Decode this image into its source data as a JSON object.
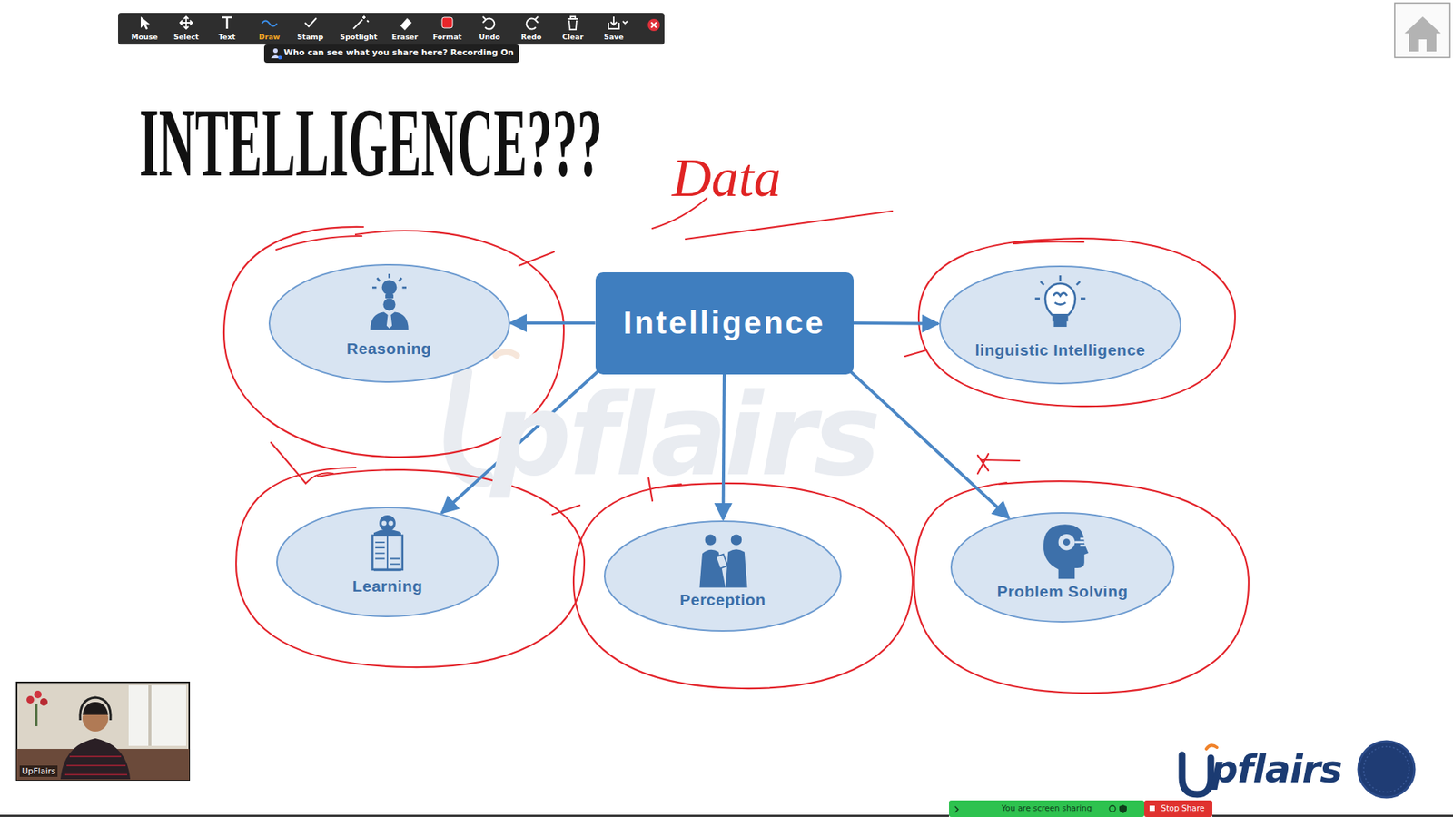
{
  "diagram": {
    "title": "INTELLIGENCE???",
    "nodes": [
      {
        "text": [
          "Reasoning"
        ]
      },
      {
        "text": [
          "Intelligence"
        ]
      },
      {
        "text": [
          "linguistic Intelligence"
        ]
      },
      {
        "text": [
          "Learning"
        ]
      },
      {
        "text": [
          "Perception"
        ]
      },
      {
        "text": [
          "Problem Solving"
        ]
      }
    ],
    "edges": [
      {
        "from": 1,
        "to": 0,
        "arrow": "to"
      },
      {
        "from": 1,
        "to": 2,
        "arrow": "to"
      },
      {
        "from": 1,
        "to": 3,
        "arrow": "to"
      },
      {
        "from": 1,
        "to": 4,
        "arrow": "to"
      },
      {
        "from": 1,
        "to": 5,
        "arrow": "to"
      }
    ],
    "labels": [
      "Mouse",
      "Select",
      "Text",
      "Draw",
      "Stamp",
      "Spotlight",
      "Eraser",
      "Format",
      "Undo",
      "Redo",
      "Clear",
      "Save",
      "Who can see what you share here? Recording On",
      "Data",
      "pflairs",
      "UpFlairs",
      "pflairs",
      "You are screen sharing",
      "Stop Share"
    ]
  }
}
